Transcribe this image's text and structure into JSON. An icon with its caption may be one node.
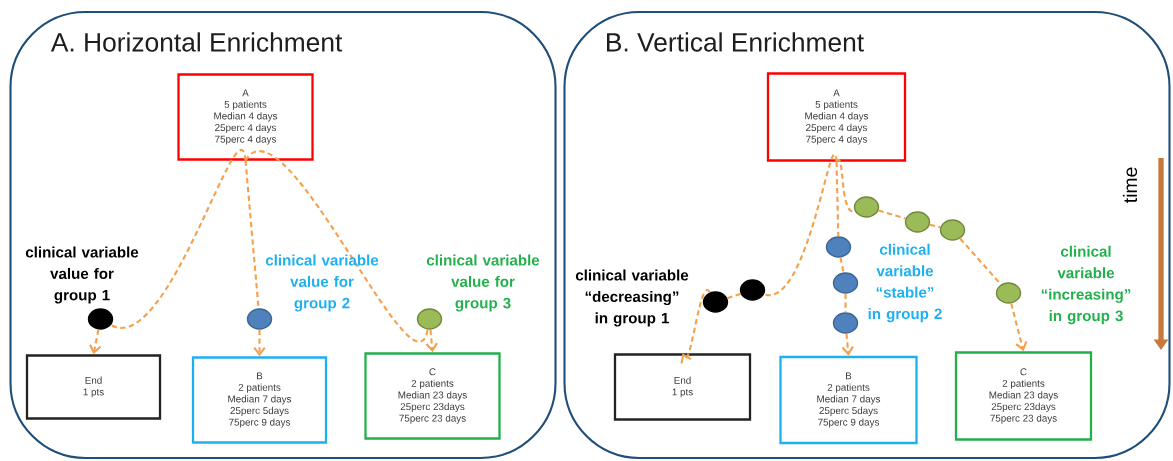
{
  "diagram": {
    "nodes": [
      {
        "text": [
          "A. Horizontal Enrichment"
        ]
      },
      {
        "text": [
          "A",
          "5 patients",
          "Median 4 days",
          "25perc 4 days",
          "75perc 4 days"
        ],
        "in": 0
      },
      {
        "text": [],
        "shape": "circle",
        "in": 0
      },
      {
        "text": [],
        "shape": "circle",
        "in": 0
      },
      {
        "text": [],
        "shape": "circle",
        "in": 0
      },
      {
        "text": [
          "End",
          "1 pts"
        ],
        "in": 0
      },
      {
        "text": [
          "B",
          "2 patients",
          "Median 7 days",
          "25perc 5days",
          "75perc 9 days"
        ],
        "in": 0
      },
      {
        "text": [
          "C",
          "2 patients",
          "Median 23 days",
          "25perc 23days",
          "75perc 23 days"
        ],
        "in": 0
      },
      {
        "text": [
          "B. Vertical Enrichment"
        ]
      },
      {
        "text": [
          "A",
          "5 patients",
          "Median 4 days",
          "25perc 4 days",
          "75perc 4 days"
        ],
        "in": 8
      },
      {
        "text": [],
        "shape": "circle",
        "in": 8
      },
      {
        "text": [],
        "shape": "circle",
        "in": 8
      },
      {
        "text": [],
        "shape": "circle",
        "in": 8
      },
      {
        "text": [],
        "shape": "circle",
        "in": 8
      },
      {
        "text": [],
        "shape": "circle",
        "in": 8
      },
      {
        "text": [],
        "shape": "circle",
        "in": 8
      },
      {
        "text": [],
        "shape": "circle",
        "in": 8
      },
      {
        "text": [],
        "shape": "circle",
        "in": 8
      },
      {
        "text": [],
        "shape": "circle",
        "in": 8
      },
      {
        "text": [
          "End",
          "1 pts"
        ],
        "in": 8
      },
      {
        "text": [
          "B",
          "2 patients",
          "Median 7 days",
          "25perc 5days",
          "75perc 9 days"
        ],
        "in": 8
      },
      {
        "text": [
          "C",
          "2 patients",
          "Median 23 days",
          "25perc 23days",
          "75perc 23 days"
        ],
        "in": 8
      }
    ],
    "edges": [
      {
        "from": 1,
        "to": 2,
        "arrow": "none",
        "style": "dashed"
      },
      {
        "from": 2,
        "to": 5,
        "arrow": "to",
        "style": "dashed"
      },
      {
        "from": 1,
        "to": 3,
        "arrow": "none",
        "style": "dashed"
      },
      {
        "from": 3,
        "to": 6,
        "arrow": "to",
        "style": "dashed"
      },
      {
        "from": 1,
        "to": 4,
        "arrow": "none",
        "style": "dashed"
      },
      {
        "from": 4,
        "to": 7,
        "arrow": "to",
        "style": "dashed"
      },
      {
        "from": 9,
        "to": 11,
        "arrow": "none",
        "style": "dashed"
      },
      {
        "from": 11,
        "to": 10,
        "arrow": "none",
        "style": "dashed"
      },
      {
        "from": 10,
        "to": 19,
        "arrow": "to",
        "style": "dashed"
      },
      {
        "from": 9,
        "to": 12,
        "arrow": "none",
        "style": "dashed"
      },
      {
        "from": 12,
        "to": 13,
        "arrow": "none",
        "style": "dashed"
      },
      {
        "from": 13,
        "to": 14,
        "arrow": "none",
        "style": "dashed"
      },
      {
        "from": 14,
        "to": 20,
        "arrow": "to",
        "style": "dashed"
      },
      {
        "from": 9,
        "to": 15,
        "arrow": "none",
        "style": "dashed"
      },
      {
        "from": 15,
        "to": 16,
        "arrow": "none",
        "style": "dashed"
      },
      {
        "from": 16,
        "to": 17,
        "arrow": "none",
        "style": "dashed"
      },
      {
        "from": 17,
        "to": 18,
        "arrow": "none",
        "style": "dashed"
      },
      {
        "from": 18,
        "to": 21,
        "arrow": "to",
        "style": "dashed"
      }
    ],
    "labels": [
      "clinical variable value for group 1",
      "clinical variable value for group 2",
      "clinical variable value for group 3",
      "clinical variable “decreasing” in group 1",
      "clinical variable “stable” in group 2",
      "clinical variable “increasing” in group 3",
      "time"
    ]
  }
}
